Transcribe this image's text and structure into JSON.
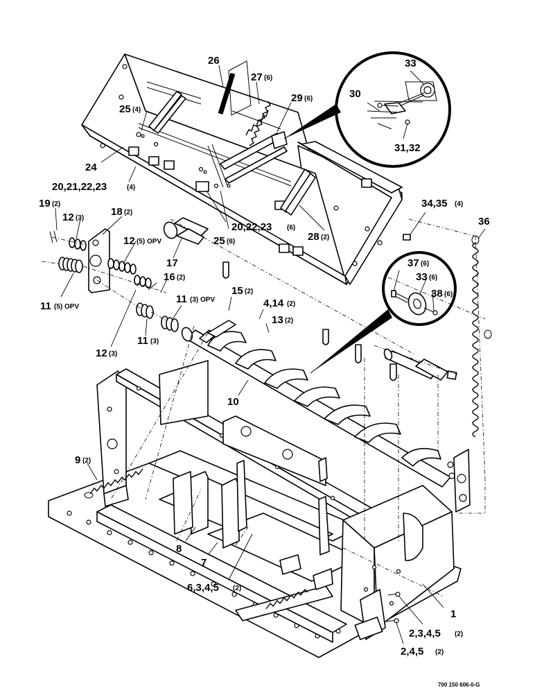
{
  "diagram": {
    "drawing_code": "700 150 606-0-G",
    "labels": {
      "p1": {
        "num": "1",
        "qty": ""
      },
      "p2345": {
        "num": "2,3,4,5",
        "qty": "(2)"
      },
      "p245": {
        "num": "2,4,5",
        "qty": "(2)"
      },
      "p6345": {
        "num": "6,3,4,5",
        "qty": "(2)"
      },
      "p7": {
        "num": "7",
        "qty": ""
      },
      "p8": {
        "num": "8",
        "qty": ""
      },
      "p9": {
        "num": "9",
        "qty": "(2)"
      },
      "p10": {
        "num": "10",
        "qty": ""
      },
      "p11a": {
        "num": "11",
        "qty": "(5) OPV"
      },
      "p11b": {
        "num": "11",
        "qty": "(3) OPV"
      },
      "p11c": {
        "num": "11",
        "qty": "(3)"
      },
      "p12a": {
        "num": "12",
        "qty": "(3)"
      },
      "p12b": {
        "num": "12",
        "qty": "(5) OPV"
      },
      "p12c": {
        "num": "12",
        "qty": "(3)"
      },
      "p413": {
        "num": "4,14",
        "qty": "(2)"
      },
      "p13": {
        "num": "13",
        "qty": "(2)"
      },
      "p15": {
        "num": "15",
        "qty": "(2)"
      },
      "p16": {
        "num": "16",
        "qty": "(2)"
      },
      "p17": {
        "num": "17",
        "qty": ""
      },
      "p18": {
        "num": "18",
        "qty": "(2)"
      },
      "p19": {
        "num": "19",
        "qty": "(2)"
      },
      "p20a": {
        "num": "20,21,22,23",
        "qty": "(4)"
      },
      "p20b": {
        "num": "20,22,23",
        "qty": "(6)"
      },
      "p24": {
        "num": "24",
        "qty": ""
      },
      "p25a": {
        "num": "25",
        "qty": "(4)"
      },
      "p25b": {
        "num": "25",
        "qty": "(6)"
      },
      "p26": {
        "num": "26",
        "qty": ""
      },
      "p27": {
        "num": "27",
        "qty": "(6)"
      },
      "p28": {
        "num": "28",
        "qty": "(2)"
      },
      "p29": {
        "num": "29",
        "qty": "(6)"
      },
      "p30": {
        "num": "30",
        "qty": ""
      },
      "p3132": {
        "num": "31,32",
        "qty": ""
      },
      "p33a": {
        "num": "33",
        "qty": ""
      },
      "p3435": {
        "num": "34,35",
        "qty": "(4)"
      },
      "p36": {
        "num": "36",
        "qty": ""
      },
      "p37": {
        "num": "37",
        "qty": "(6)"
      },
      "p33b": {
        "num": "33",
        "qty": "(6)"
      },
      "p38": {
        "num": "38",
        "qty": "(6)"
      }
    }
  }
}
